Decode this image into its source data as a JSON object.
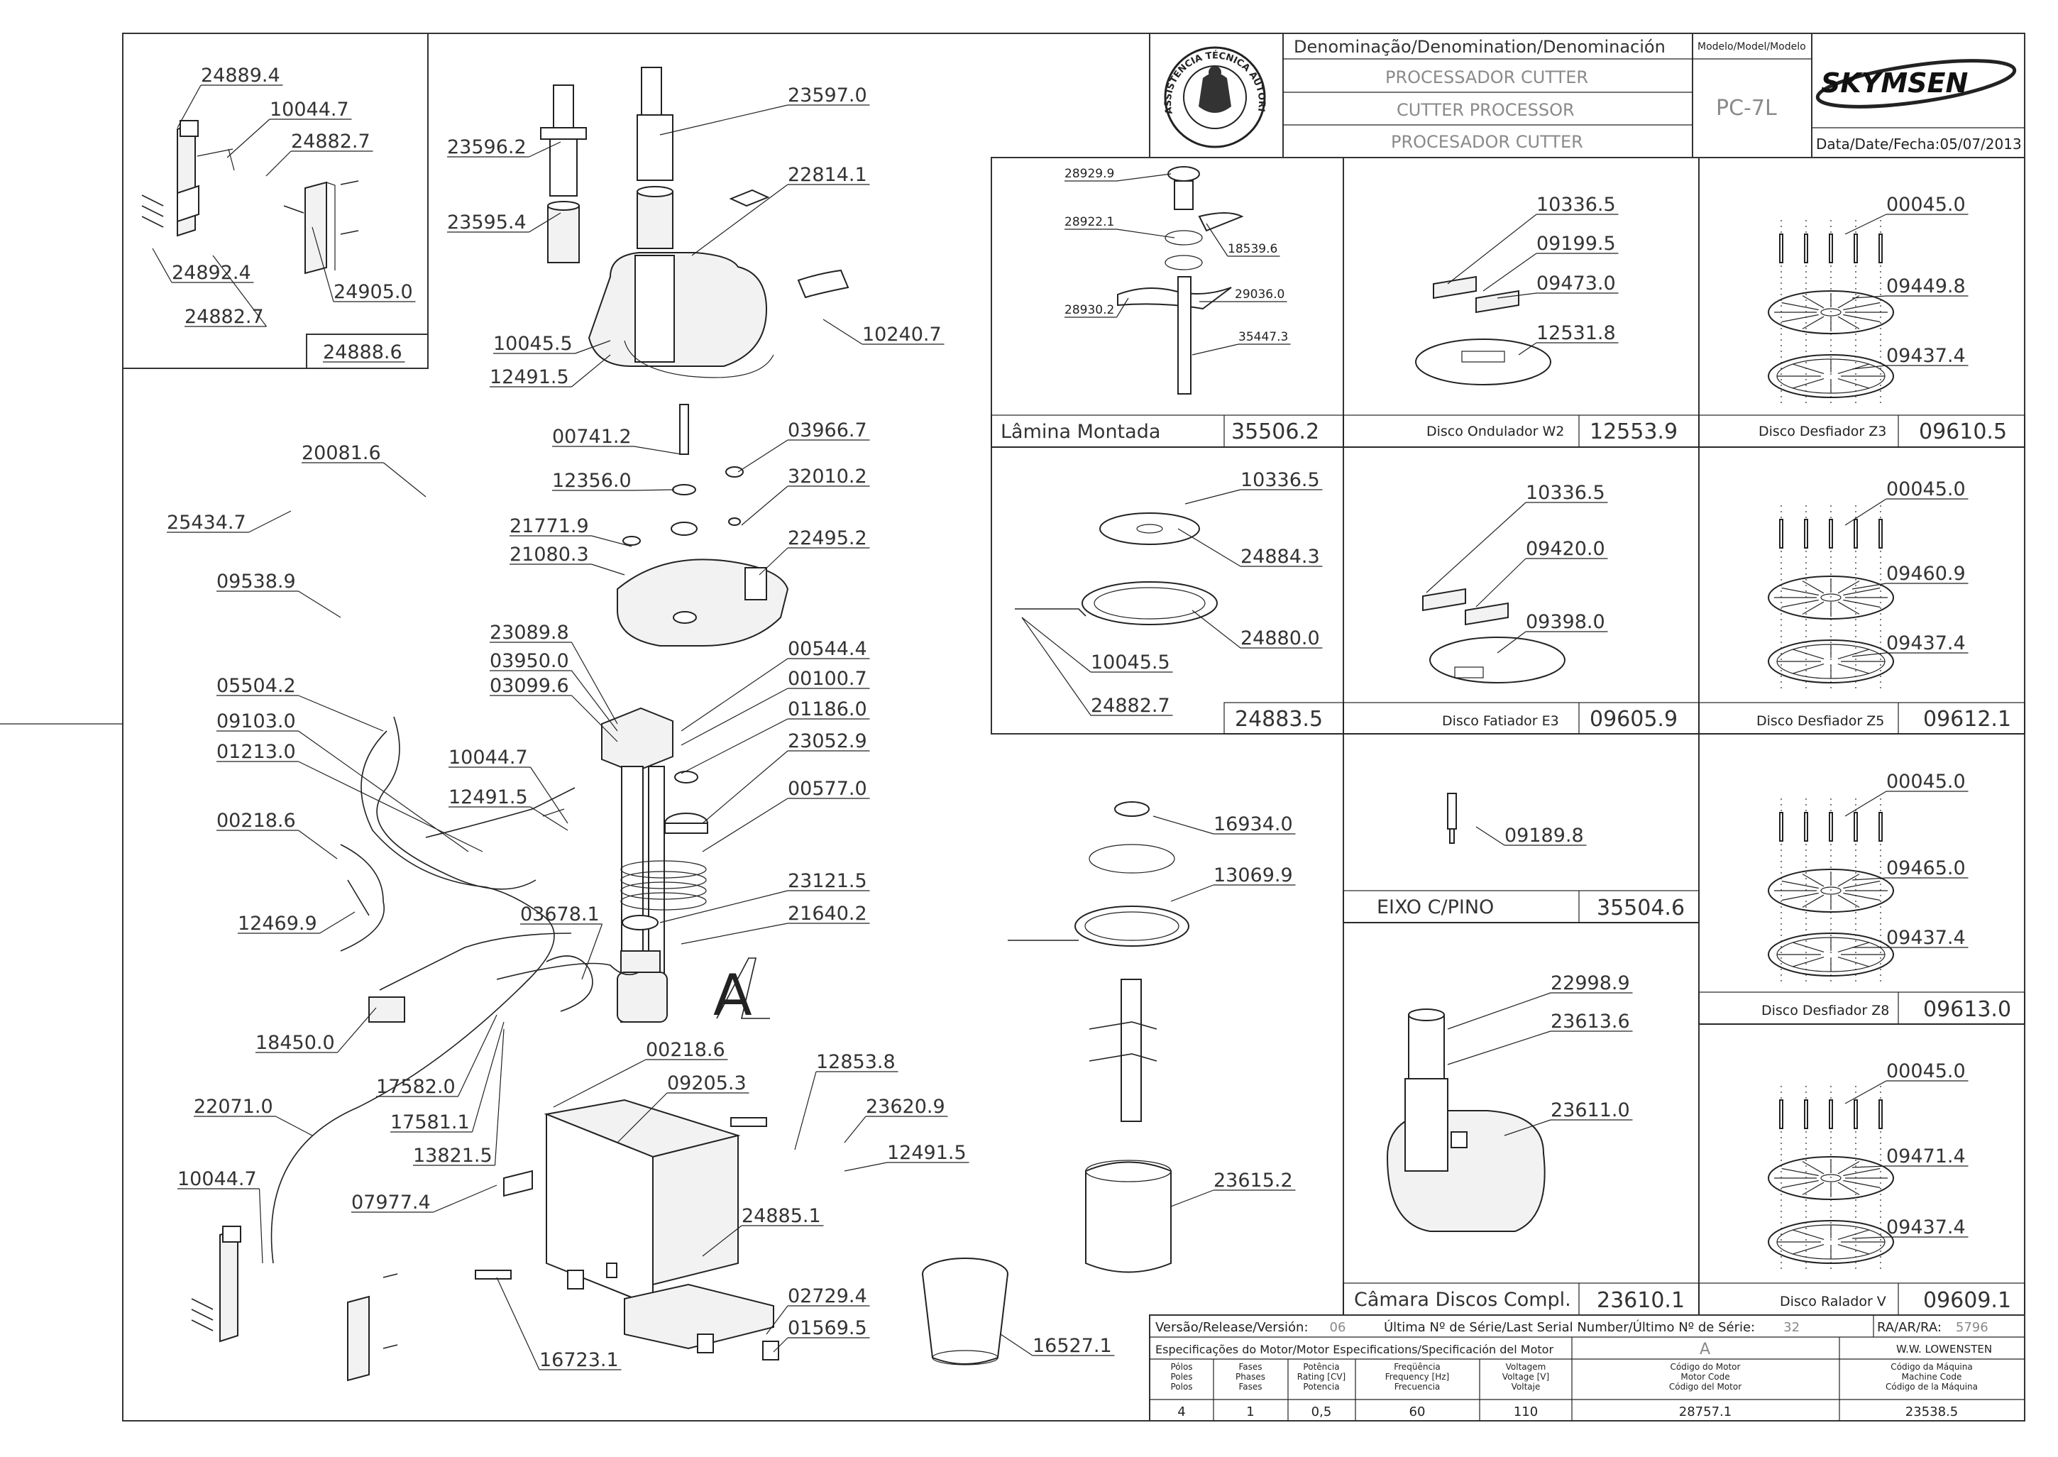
{
  "header": {
    "denomination_heading": "Denominação/Denomination/Denominación",
    "names": [
      "PROCESSADOR CUTTER",
      "CUTTER PROCESSOR",
      "PROCESADOR CUTTER"
    ],
    "model_heading": "Modelo/Model/Modelo",
    "model": "PC-7L",
    "brand": "SKYMSEN",
    "date_label": "Data/Date/Fecha:",
    "date": "05/07/2013",
    "stamp_text": "ASSISTÊNCIA TÉCNICA AUTORIZADA"
  },
  "main_labels": [
    "24889.4",
    "10044.7",
    "24882.7",
    "24892.4",
    "24882.7",
    "24905.0",
    "24888.6",
    "23596.2",
    "23595.4",
    "23597.0",
    "22814.1",
    "10045.5",
    "12491.5",
    "10240.7",
    "00741.2",
    "03966.7",
    "12356.0",
    "32010.2",
    "21771.9",
    "21080.3",
    "22495.2",
    "20081.6",
    "25434.7",
    "09538.9",
    "23089.8",
    "03950.0",
    "03099.6",
    "00544.4",
    "00100.7",
    "01186.0",
    "23052.9",
    "00577.0",
    "05504.2",
    "09103.0",
    "01213.0",
    "10044.7",
    "12491.5",
    "00218.6",
    "12469.9",
    "03678.1",
    "23121.5",
    "21640.2",
    "A",
    "18450.0",
    "17582.0",
    "17581.1",
    "13821.5",
    "22071.0",
    "00218.6",
    "09205.3",
    "12853.8",
    "23620.9",
    "12491.5",
    "10044.7",
    "07977.4",
    "24885.1",
    "02729.4",
    "01569.5",
    "16723.1",
    "16527.1",
    "16934.0",
    "13069.9",
    "23615.2"
  ],
  "panels": [
    {
      "title": "Lâmina Montada",
      "code": "35506.2",
      "labels": [
        "28929.9",
        "28922.1",
        "18539.6",
        "29036.0",
        "28930.2",
        "35447.3"
      ]
    },
    {
      "title": "Disco Ondulador W2",
      "code": "12553.9",
      "labels": [
        "10336.5",
        "09199.5",
        "09473.0",
        "12531.8"
      ]
    },
    {
      "title": "Disco Desfiador Z3",
      "code": "09610.5",
      "labels": [
        "00045.0",
        "09449.8",
        "09437.4"
      ]
    },
    {
      "title": "",
      "code": "24883.5",
      "labels": [
        "10336.5",
        "24884.3",
        "24880.0",
        "10045.5",
        "24882.7"
      ]
    },
    {
      "title": "Disco Fatiador E3",
      "code": "09605.9",
      "labels": [
        "10336.5",
        "09420.0",
        "09398.0"
      ]
    },
    {
      "title": "Disco Desfiador Z5",
      "code": "09612.1",
      "labels": [
        "00045.0",
        "09460.9",
        "09437.4"
      ]
    },
    {
      "title": "EIXO C/PINO",
      "code": "35504.6",
      "labels": [
        "09189.8"
      ]
    },
    {
      "title": "Disco Desfiador Z8",
      "code": "09613.0",
      "labels": [
        "00045.0",
        "09465.0",
        "09437.4"
      ]
    },
    {
      "title": "Câmara Discos Compl.",
      "code": "23610.1",
      "labels": [
        "22998.9",
        "23613.6",
        "23611.0"
      ]
    },
    {
      "title": "Disco Ralador V",
      "code": "09609.1",
      "labels": [
        "00045.0",
        "09471.4",
        "09437.4"
      ]
    }
  ],
  "footer": {
    "version_label": "Versão/Release/Versión:",
    "version": "06",
    "serial_label": "Última Nº de Série/Last Serial Number/Último Nº de Série:",
    "serial": "32",
    "ra_label": "RA/AR/RA:",
    "ra": "5796",
    "motor_spec_label": "Especificações do Motor/Motor Especifications/Specificación del Motor",
    "motor_letter": "A",
    "manufacturer": "W.W. LOWENSTEN",
    "col_headers": [
      [
        "Pólos",
        "Poles",
        "Polos"
      ],
      [
        "Fases",
        "Phases",
        "Fases"
      ],
      [
        "Potência",
        "Rating [CV]",
        "Potencia"
      ],
      [
        "Freqüência",
        "Frequency [Hz]",
        "Frecuencia"
      ],
      [
        "Voltagem",
        "Voltage [V]",
        "Voltaje"
      ],
      [
        "Código do Motor",
        "Motor Code",
        "Código del Motor"
      ],
      [
        "Código da Máquina",
        "Machine Code",
        "Código de la Máquina"
      ]
    ],
    "values": [
      "4",
      "1",
      "0,5",
      "60",
      "110",
      "28757.1",
      "23538.5"
    ]
  }
}
